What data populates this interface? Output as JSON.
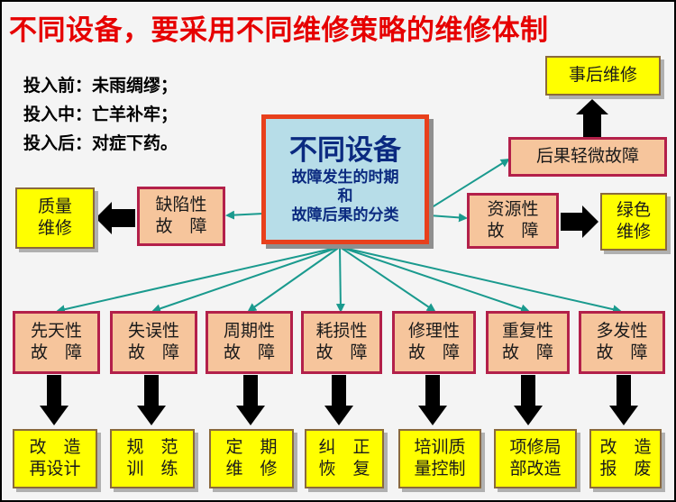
{
  "title": "不同设备，要采用不同维修策略的维修体制",
  "intro": [
    "投入前：未雨绸缪；",
    "投入中：亡羊补牢；",
    "投入后：对症下药。"
  ],
  "center": {
    "main": "不同设备",
    "line1": "故障发生的时期",
    "line2": "和",
    "line3": "故障后果的分类"
  },
  "side": {
    "left_fault": [
      "缺陷性",
      "故　障"
    ],
    "left_strategy": [
      "质量",
      "维修"
    ],
    "right_fault": [
      "资源性",
      "故　障"
    ],
    "right_strategy": [
      "绿色",
      "维修"
    ],
    "top_fault": "后果轻微故障",
    "top_strategy": "事后维修"
  },
  "faults": [
    [
      "先天性",
      "故　障"
    ],
    [
      "失误性",
      "故　障"
    ],
    [
      "周期性",
      "故　障"
    ],
    [
      "耗损性",
      "故　障"
    ],
    [
      "修理性",
      "故　障"
    ],
    [
      "重复性",
      "故　障"
    ],
    [
      "多发性",
      "故　障"
    ]
  ],
  "strategies": [
    [
      "改　造",
      "再设计"
    ],
    [
      "规　范",
      "训　练"
    ],
    [
      "定　期",
      "维　修"
    ],
    [
      "纠　正",
      "恢　复"
    ],
    [
      "培训质",
      "量控制"
    ],
    [
      "项修局",
      "部改造"
    ],
    [
      "改　造",
      "报　废"
    ]
  ]
}
